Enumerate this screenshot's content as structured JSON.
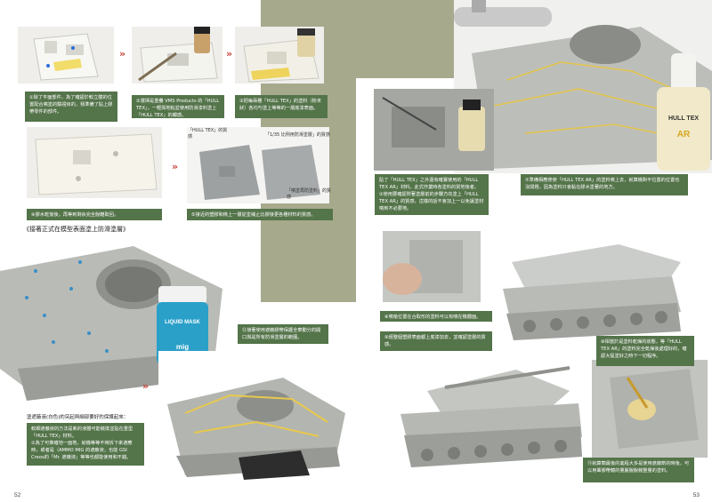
{
  "spread": {
    "left_page_number": "52",
    "right_page_number": "53"
  },
  "section_heading": "《接著正式在模型表面塗上防滑塗層》",
  "captions": {
    "c1": "①除了平面部件，為了確認於較立體的位置配合噴塗的驗證目的，我準備了貼上膠帶零件的部件。",
    "c2": "②選擇是重疊 VMS Products 的「HULL TEX」，一輕與地粘並使用防滑漆料塗上 「HULL TEX」的觸感。",
    "c3": "③把每兩種「HULL TEX」的塗料（粉末狀）各均勻塗上等等的一層底漆表面。",
    "c4": "④膠水乾後後，再等到剩余完全脫離取回。",
    "c5": "⑤接近的塑膠和條上一層從塗補止比膠接更各種材料的質感。",
    "c6": "貼了「HULL TEX」之外還有確實使用的「HULL TEX AR」材料。此式作業時各塗料的質地後者。\n①使用要確認附著塗層前的步驟方向塗上「HULL TEX AR」的質感，這樣的話不會加上一以免讓塗材噴到不必要地。",
    "c7": "⑦準備相應修使「HULL TEX AR」的塗料噴上去，就算機對平位置的位置也沒問題，因為塗料只會黏在膠水塗著的地方。",
    "c8": "⑧噴槍位置在合取形的塗料可以有噴在機體面。",
    "c9": "⑨經整個塑膠表面都上底漆加去，並確認塗層的質感。",
    "c10": "⑩相當於是塗料乾燥的狀態，等「HULL TEX AR」的塗料完全乾燥後處理好的，確認大提塗好之時下一切程序。",
    "c11": "⑪就算簡最後的進程大多是使用遮蔽劑的時後，可以用輩膠帶鏡的量麗脫脫裝整量的塗料。",
    "c12": "⑫接著使用遮蔽膠帶保護全車動分的開口與是所有防滑塗層的範圍。",
    "c13": "較細遮蔽液的方法是新的液體可能裝換並貼在重型「HULL TEX」材料。\n①為了可推確地一面地，就機等等不時拆下來遮應時，或者是（AMMO MIG 的遮蔽液，也能 GSI Creos的「Mr. 遮蔽液」等等也都能使用和不錯。",
    "c14": "塗遮蔽液(白色)的突起與細部要好的保護起來："
  },
  "callouts": {
    "left_label": "「HULL TEX」的質感",
    "right_label": "「1/35 比例用防滑塗層」的質感",
    "bottom_label": "「噴塗再防塗料」的質感"
  },
  "product_labels": {
    "bottle_brand": "HULL TEX",
    "bottle_sub": "AR",
    "jar_brand": "LIQUID MASK",
    "jar_logo": "mig"
  },
  "colors": {
    "caption_green": "#54744a",
    "arrow_red": "#c8453b",
    "olive_band": "#a7a98d",
    "model_grey": "#b9bbb6"
  }
}
